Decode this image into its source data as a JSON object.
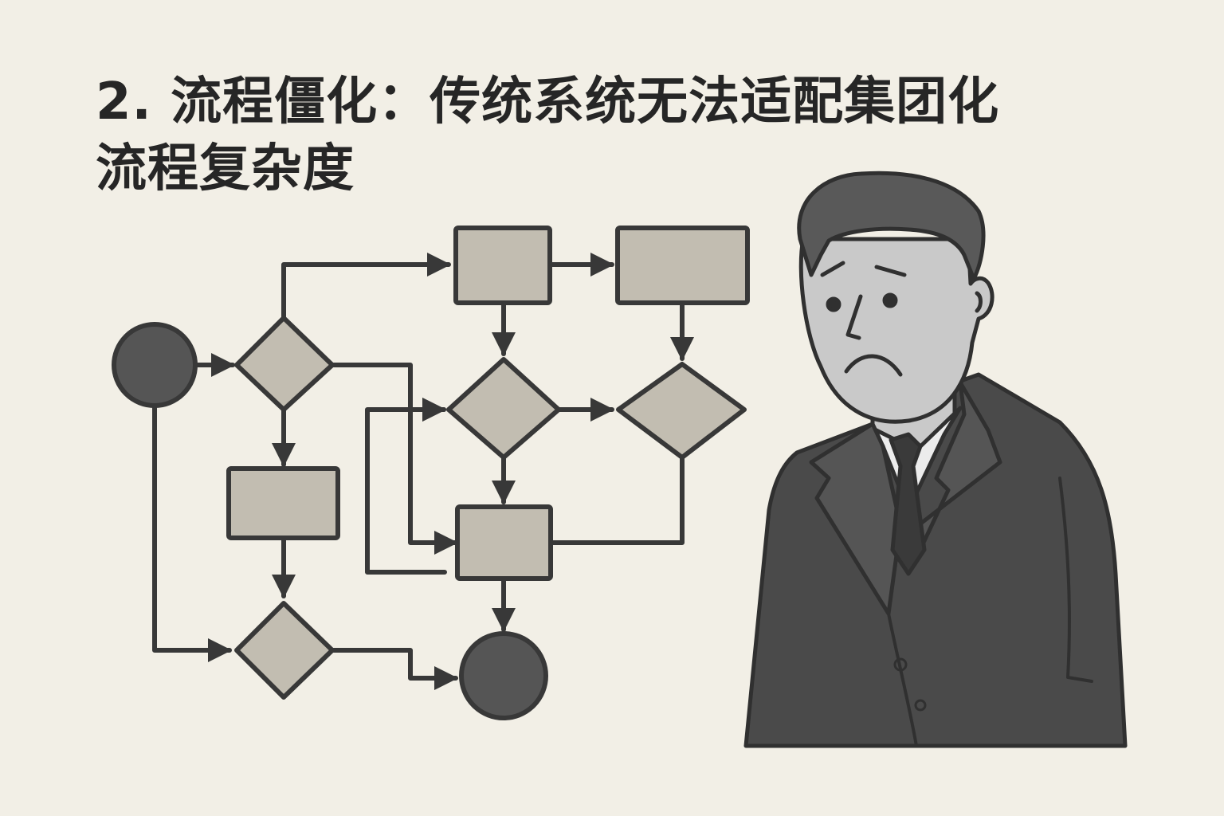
{
  "title": {
    "line1": "2. 流程僵化：传统系统无法适配集团化",
    "line2": "流程复杂度"
  },
  "colors": {
    "background": "#f2efe6",
    "ink": "#383838",
    "box_fill": "#c2bdb1",
    "terminal_fill": "#555555",
    "suit": "#4a4a4a",
    "skin": "#c9c9c9",
    "hair": "#595959"
  },
  "diagram": {
    "nodes": [
      {
        "id": "start",
        "shape": "circle"
      },
      {
        "id": "d1",
        "shape": "diamond"
      },
      {
        "id": "p1",
        "shape": "rect"
      },
      {
        "id": "d_bottom",
        "shape": "diamond"
      },
      {
        "id": "p_top1",
        "shape": "rect"
      },
      {
        "id": "p_top2",
        "shape": "rect"
      },
      {
        "id": "d_mid1",
        "shape": "diamond"
      },
      {
        "id": "d_mid2",
        "shape": "diamond"
      },
      {
        "id": "p_mid",
        "shape": "rect"
      },
      {
        "id": "end",
        "shape": "circle"
      }
    ]
  },
  "figure": {
    "icon": "worried-businessman-icon"
  }
}
